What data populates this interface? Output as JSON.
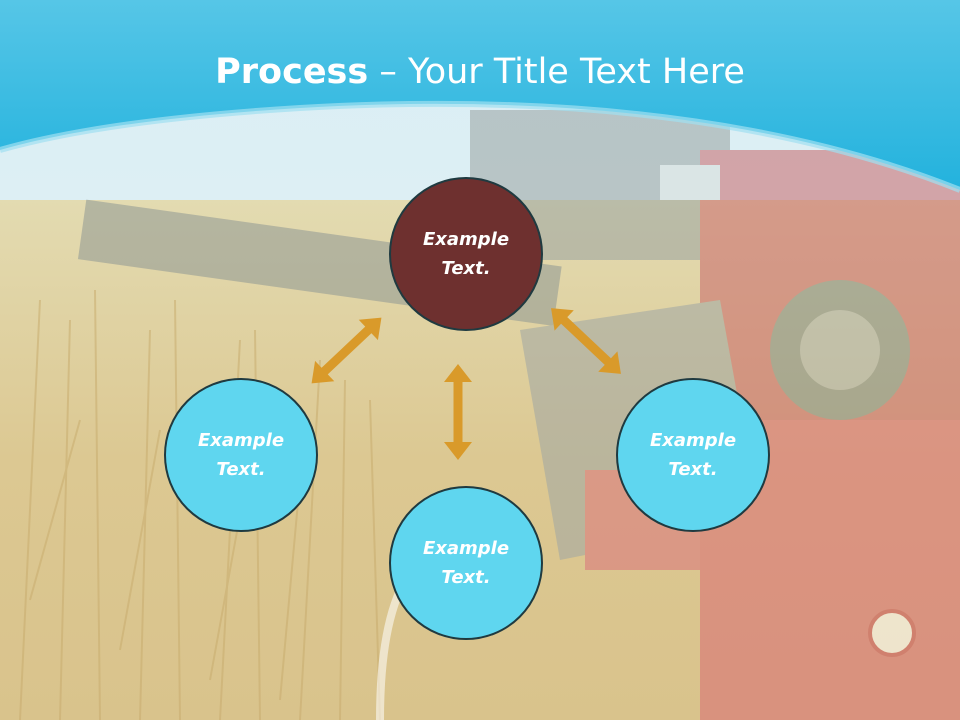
{
  "title": {
    "bold": "Process",
    "dash": " – ",
    "rest": "Your Title Text Here"
  },
  "nodes": {
    "top": {
      "line1": "Example",
      "line2": "Text."
    },
    "left": {
      "line1": "Example",
      "line2": "Text."
    },
    "bottom": {
      "line1": "Example",
      "line2": "Text."
    },
    "right": {
      "line1": "Example",
      "line2": "Text."
    }
  },
  "colors": {
    "header": "#2cb4dd",
    "center_node": "#6e302f",
    "leaf_node": "#5fd6ef",
    "arrow": "#d99a2a"
  }
}
